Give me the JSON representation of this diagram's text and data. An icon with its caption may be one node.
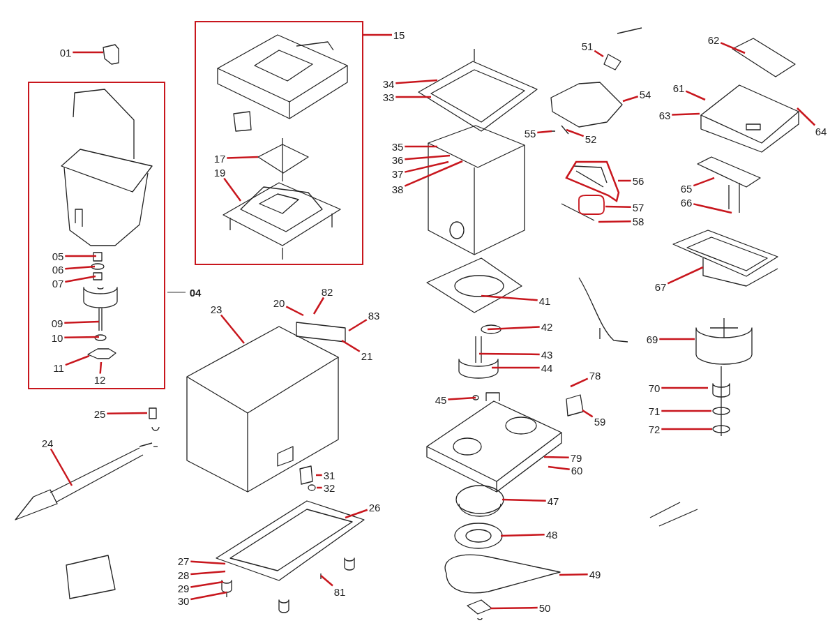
{
  "diagram": {
    "nodes": [
      {
        "text": [
          "01"
        ]
      },
      {
        "text": [],
        "shape": "box"
      },
      {
        "text": [
          "05"
        ],
        "in": 1
      },
      {
        "text": [
          "06"
        ],
        "in": 1
      },
      {
        "text": [
          "07"
        ],
        "in": 1
      },
      {
        "text": [
          "09"
        ],
        "in": 1
      },
      {
        "text": [
          "10"
        ],
        "in": 1
      },
      {
        "text": [
          "11"
        ],
        "in": 1
      },
      {
        "text": [
          "12"
        ],
        "in": 1
      },
      {
        "text": [],
        "shape": "box",
        "beside": [
          "15"
        ]
      },
      {
        "text": [
          "17"
        ],
        "in": 9
      },
      {
        "text": [
          "19"
        ],
        "in": 9
      },
      {
        "text": [
          "34"
        ]
      },
      {
        "text": [
          "33"
        ]
      },
      {
        "text": [
          "35"
        ]
      },
      {
        "text": [
          "36"
        ]
      },
      {
        "text": [
          "37"
        ]
      },
      {
        "text": [
          "38"
        ]
      },
      {
        "text": [
          "51"
        ]
      },
      {
        "text": [
          "54"
        ]
      },
      {
        "text": [
          "55"
        ]
      },
      {
        "text": [
          "52"
        ]
      },
      {
        "text": [
          "62"
        ]
      },
      {
        "text": [
          "61"
        ]
      },
      {
        "text": [
          "63"
        ]
      },
      {
        "text": [
          "64"
        ]
      },
      {
        "text": [
          "56"
        ]
      },
      {
        "text": [
          "57"
        ]
      },
      {
        "text": [
          "58"
        ]
      },
      {
        "text": [
          "65"
        ]
      },
      {
        "text": [
          "66"
        ]
      },
      {
        "text": [
          "67"
        ]
      },
      {
        "text": [
          "41"
        ]
      },
      {
        "text": [
          "20"
        ]
      },
      {
        "text": [
          "82"
        ]
      },
      {
        "text": [
          "83"
        ]
      },
      {
        "text": [
          "23"
        ]
      },
      {
        "text": [
          "42"
        ]
      },
      {
        "text": [
          "69"
        ]
      },
      {
        "text": [
          "21"
        ]
      },
      {
        "text": [
          "43"
        ]
      },
      {
        "text": [
          "44"
        ]
      },
      {
        "text": [
          "78"
        ]
      },
      {
        "text": [
          "70"
        ]
      },
      {
        "text": [
          "45"
        ]
      },
      {
        "text": [
          "71"
        ]
      },
      {
        "text": [
          "25"
        ]
      },
      {
        "text": [
          "59"
        ]
      },
      {
        "text": [
          "72"
        ]
      },
      {
        "text": [
          "24"
        ]
      },
      {
        "text": [
          "79"
        ]
      },
      {
        "text": [
          "60"
        ]
      },
      {
        "text": [
          "31"
        ]
      },
      {
        "text": [
          "32"
        ]
      },
      {
        "text": [
          "47"
        ]
      },
      {
        "text": [
          "26"
        ]
      },
      {
        "text": [
          "48"
        ]
      },
      {
        "text": [
          "27"
        ]
      },
      {
        "text": [
          "28"
        ]
      },
      {
        "text": [
          "29"
        ]
      },
      {
        "text": [
          "30"
        ]
      },
      {
        "text": [
          "49"
        ]
      },
      {
        "text": [
          "81"
        ]
      },
      {
        "text": [
          "50"
        ]
      }
    ],
    "edges": [
      {
        "from": 0,
        "to": null,
        "arrow": "none"
      },
      {
        "from": 2,
        "to": null,
        "arrow": "none"
      },
      {
        "from": 3,
        "to": null,
        "arrow": "none"
      },
      {
        "from": 4,
        "to": null,
        "arrow": "none"
      },
      {
        "from": 5,
        "to": null,
        "arrow": "none"
      },
      {
        "from": 6,
        "to": null,
        "arrow": "none"
      },
      {
        "from": 7,
        "to": null,
        "arrow": "none"
      },
      {
        "from": 8,
        "to": null,
        "arrow": "none"
      },
      {
        "from": 10,
        "to": null,
        "arrow": "none"
      },
      {
        "from": 11,
        "to": null,
        "arrow": "none"
      },
      {
        "from": 12,
        "to": null,
        "arrow": "none"
      },
      {
        "from": 13,
        "to": null,
        "arrow": "none"
      },
      {
        "from": 14,
        "to": null,
        "arrow": "none"
      },
      {
        "from": 15,
        "to": null,
        "arrow": "none"
      },
      {
        "from": 16,
        "to": null,
        "arrow": "none"
      },
      {
        "from": 17,
        "to": null,
        "arrow": "none"
      },
      {
        "from": 18,
        "to": null,
        "arrow": "none"
      },
      {
        "from": 19,
        "to": null,
        "arrow": "none"
      },
      {
        "from": 20,
        "to": null,
        "arrow": "none"
      },
      {
        "from": 21,
        "to": null,
        "arrow": "none"
      },
      {
        "from": 22,
        "to": null,
        "arrow": "none"
      },
      {
        "from": 23,
        "to": null,
        "arrow": "none"
      },
      {
        "from": 24,
        "to": null,
        "arrow": "none"
      },
      {
        "from": 25,
        "to": null,
        "arrow": "none"
      },
      {
        "from": 26,
        "to": null,
        "arrow": "none"
      },
      {
        "from": 27,
        "to": null,
        "arrow": "none"
      },
      {
        "from": 28,
        "to": null,
        "arrow": "none"
      },
      {
        "from": 29,
        "to": null,
        "arrow": "none"
      },
      {
        "from": 30,
        "to": null,
        "arrow": "none"
      },
      {
        "from": 31,
        "to": null,
        "arrow": "none"
      },
      {
        "from": 32,
        "to": null,
        "arrow": "none"
      },
      {
        "from": 33,
        "to": null,
        "arrow": "none"
      },
      {
        "from": 34,
        "to": null,
        "arrow": "none"
      },
      {
        "from": 35,
        "to": null,
        "arrow": "none"
      },
      {
        "from": 36,
        "to": null,
        "arrow": "none"
      },
      {
        "from": 37,
        "to": null,
        "arrow": "none"
      },
      {
        "from": 38,
        "to": null,
        "arrow": "none"
      },
      {
        "from": 39,
        "to": null,
        "arrow": "none"
      },
      {
        "from": 40,
        "to": null,
        "arrow": "none"
      },
      {
        "from": 41,
        "to": null,
        "arrow": "none"
      },
      {
        "from": 42,
        "to": null,
        "arrow": "none"
      },
      {
        "from": 43,
        "to": null,
        "arrow": "none"
      },
      {
        "from": 44,
        "to": null,
        "arrow": "none"
      },
      {
        "from": 45,
        "to": null,
        "arrow": "none"
      },
      {
        "from": 46,
        "to": null,
        "arrow": "none"
      },
      {
        "from": 47,
        "to": null,
        "arrow": "none"
      },
      {
        "from": 48,
        "to": null,
        "arrow": "none"
      },
      {
        "from": 49,
        "to": null,
        "arrow": "none"
      },
      {
        "from": 50,
        "to": null,
        "arrow": "none"
      },
      {
        "from": 51,
        "to": null,
        "arrow": "none"
      },
      {
        "from": 52,
        "to": null,
        "arrow": "none"
      },
      {
        "from": 53,
        "to": null,
        "arrow": "none"
      },
      {
        "from": 54,
        "to": null,
        "arrow": "none"
      },
      {
        "from": 55,
        "to": null,
        "arrow": "none"
      },
      {
        "from": 56,
        "to": null,
        "arrow": "none"
      },
      {
        "from": 57,
        "to": null,
        "arrow": "none"
      },
      {
        "from": 58,
        "to": null,
        "arrow": "none"
      },
      {
        "from": 59,
        "to": null,
        "arrow": "none"
      },
      {
        "from": 60,
        "to": null,
        "arrow": "none"
      },
      {
        "from": 61,
        "to": null,
        "arrow": "none"
      },
      {
        "from": 62,
        "to": null,
        "arrow": "none"
      },
      {
        "from": 63,
        "to": null,
        "arrow": "none"
      }
    ],
    "labels": [
      "04"
    ]
  }
}
